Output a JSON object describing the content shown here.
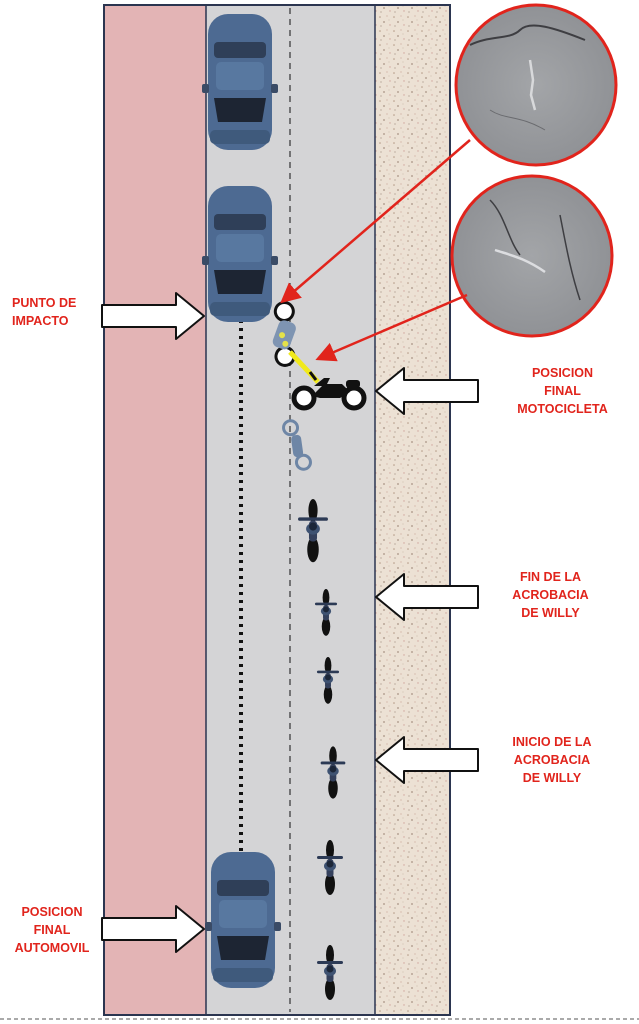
{
  "labels": {
    "impact": "PUNTO DE\nIMPACTO",
    "car_final": "POSICION\nFINAL\nAUTOMOVIL",
    "moto_final": "POSICION\nFINAL\nMOTOCICLETA",
    "wheelie_end": "FIN DE LA\nACROBACIA\nDE WILLY",
    "wheelie_start": "INICIO DE LA\nACROBACIA\nDE WILLY"
  },
  "colors": {
    "sidewalk_left": "#e3b4b5",
    "road": "#d4d4d6",
    "gravel": "#ece1d4",
    "label_red": "#e1241c",
    "car_blue": "#4d6a92",
    "border_navy": "#2b3550"
  },
  "icons": [
    "car-icon",
    "motorcycle-icon",
    "crack-photo-icon",
    "white-arrow-icon"
  ]
}
